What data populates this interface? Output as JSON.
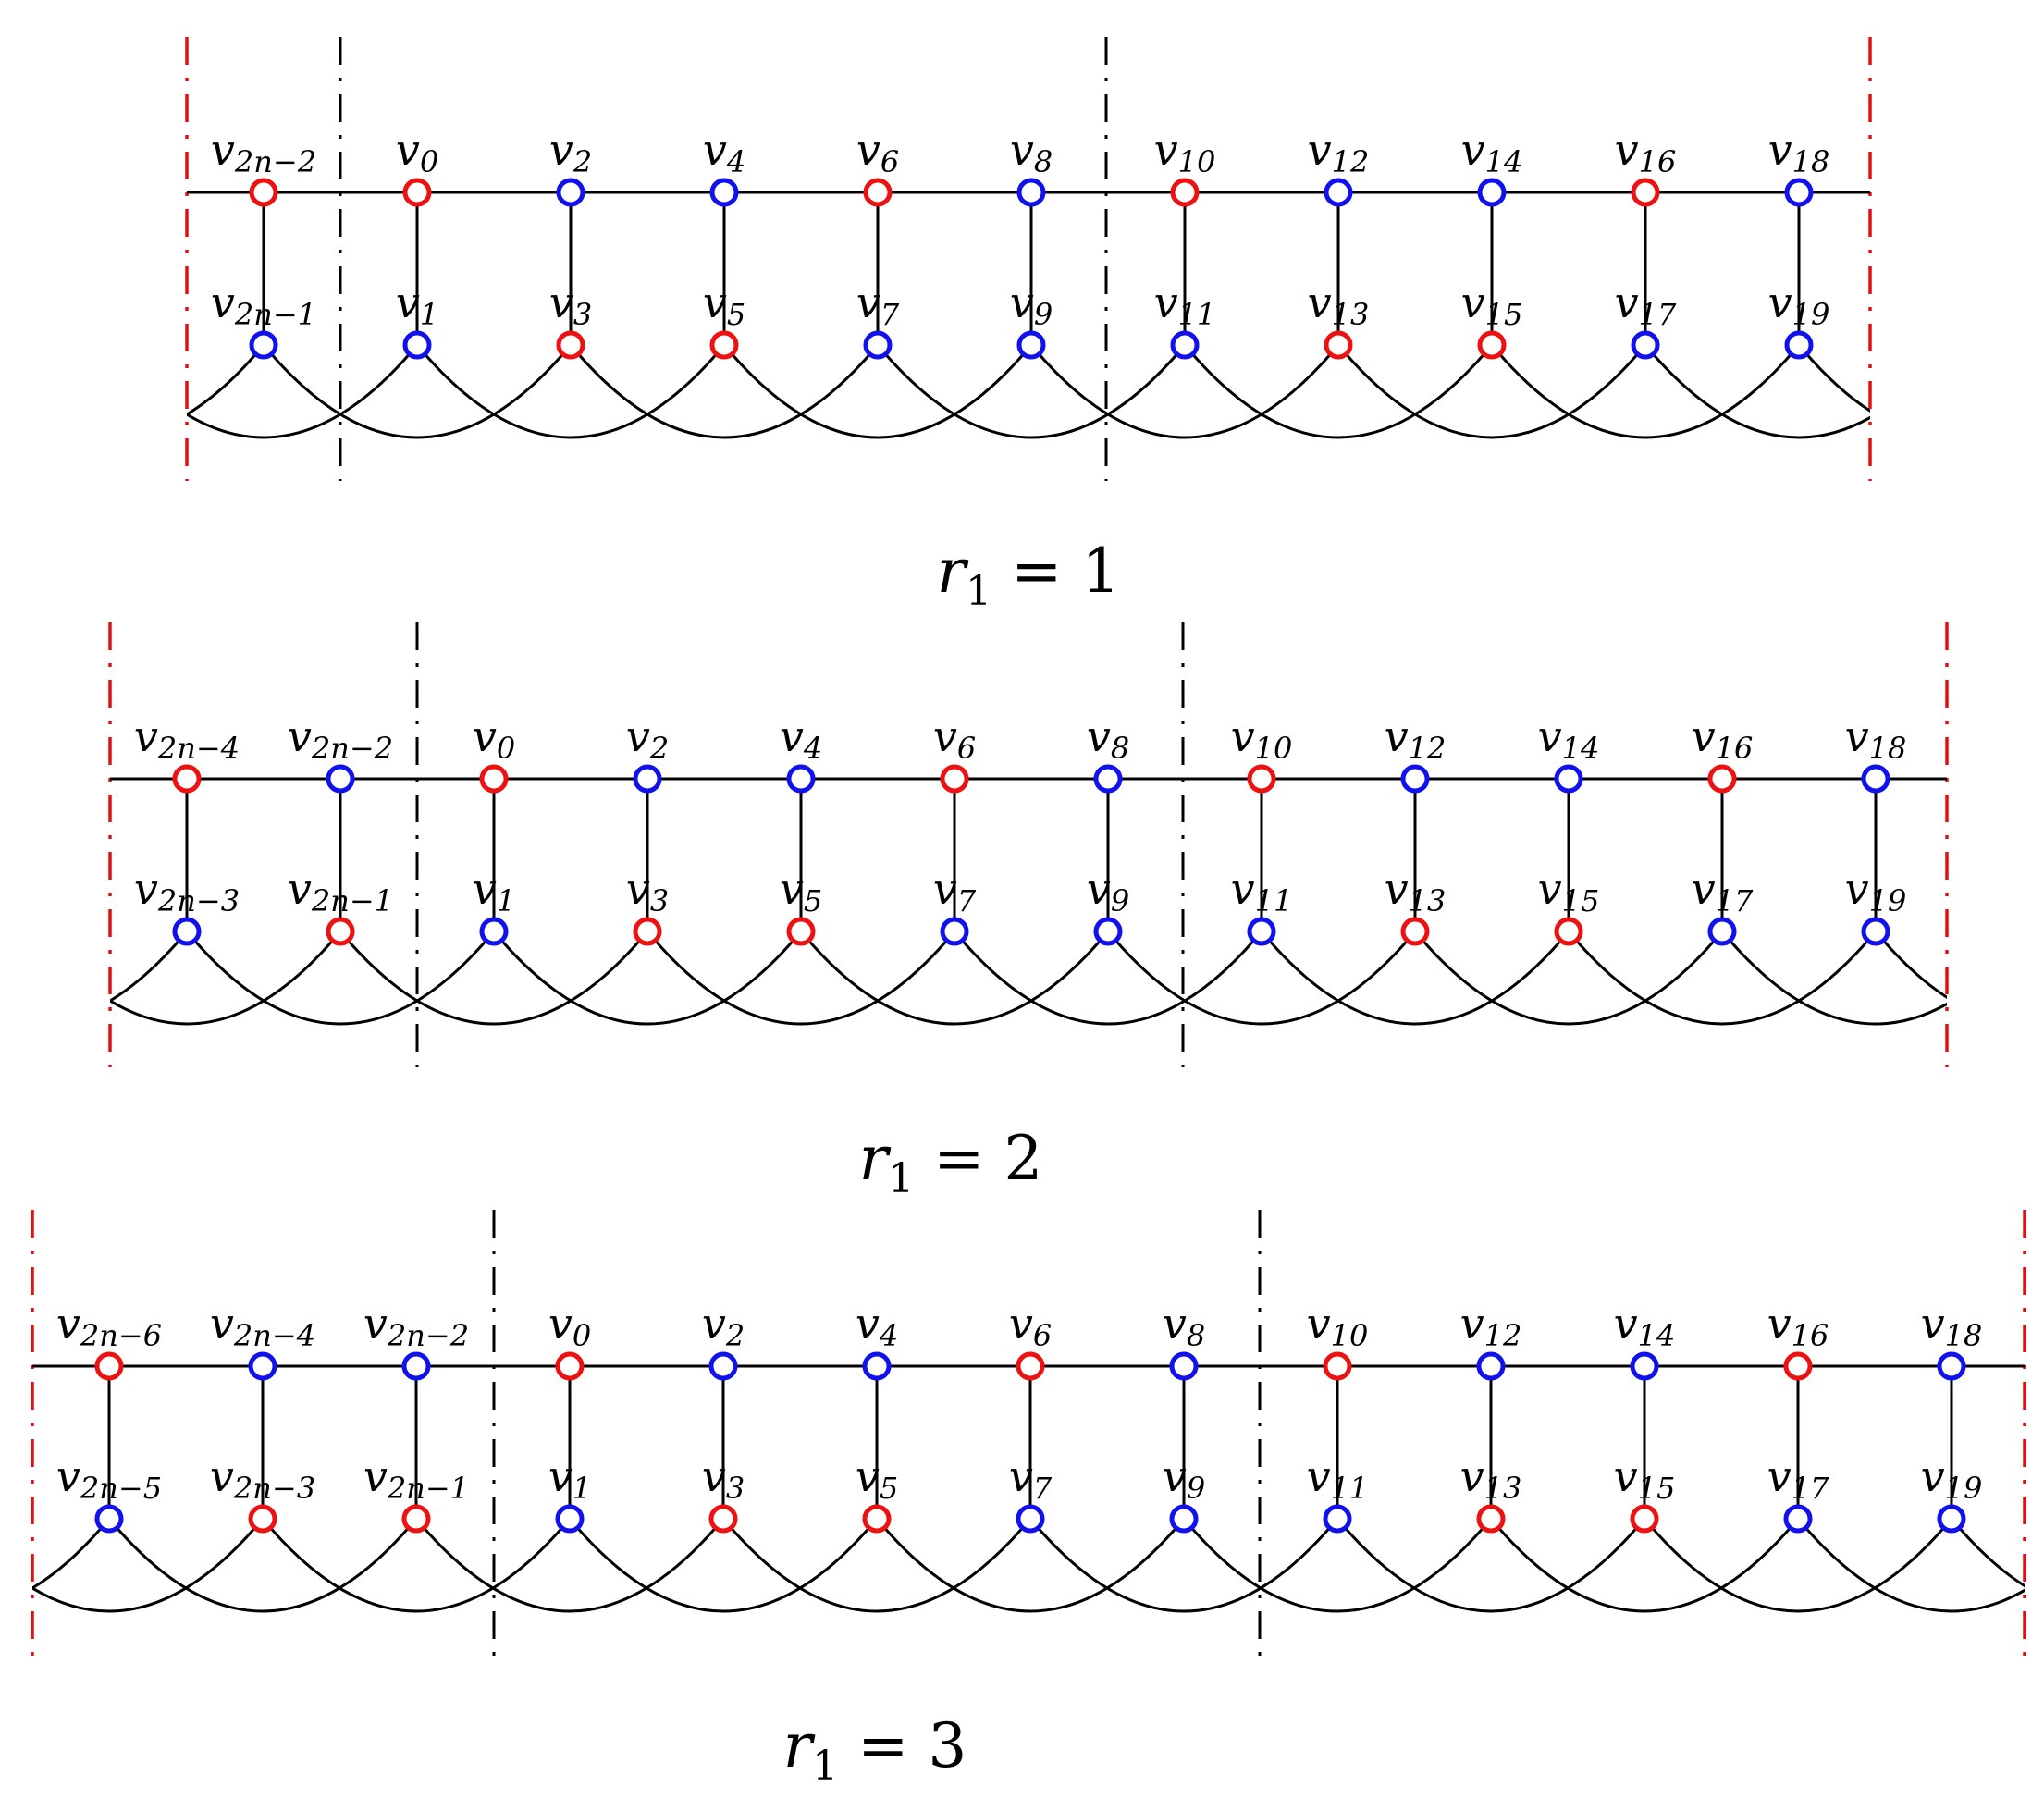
{
  "colors": {
    "red": "#ee1111",
    "blue": "#1111ee",
    "edge": "#000000",
    "boundary": "#e01010"
  },
  "panels": [
    {
      "caption": "r₁ = 1",
      "caption_var": "r",
      "caption_sub": "1",
      "caption_rhs": "= 1",
      "prefix_top": [
        "v2n−2"
      ],
      "prefix_bottom": [
        "v2n−1"
      ],
      "top_colors": [
        "red",
        "red",
        "blue",
        "blue",
        "red",
        "blue",
        "red",
        "blue",
        "blue",
        "red",
        "blue"
      ],
      "bottom_colors": [
        "blue",
        "blue",
        "red",
        "red",
        "blue",
        "blue",
        "blue",
        "red",
        "red",
        "blue",
        "blue"
      ]
    },
    {
      "caption": "r₁ = 2",
      "caption_var": "r",
      "caption_sub": "1",
      "caption_rhs": "= 2",
      "prefix_top": [
        "v2n−4",
        "v2n−2"
      ],
      "prefix_bottom": [
        "v2n−3",
        "v2n−1"
      ],
      "top_colors": [
        "red",
        "blue",
        "red",
        "blue",
        "blue",
        "red",
        "blue",
        "red",
        "blue",
        "blue",
        "red",
        "blue"
      ],
      "bottom_colors": [
        "blue",
        "red",
        "blue",
        "red",
        "red",
        "blue",
        "blue",
        "blue",
        "red",
        "red",
        "blue",
        "blue"
      ]
    },
    {
      "caption": "r₁ = 3",
      "caption_var": "r",
      "caption_sub": "1",
      "caption_rhs": "= 3",
      "prefix_top": [
        "v2n−6",
        "v2n−4",
        "v2n−2"
      ],
      "prefix_bottom": [
        "v2n−5",
        "v2n−3",
        "v2n−1"
      ],
      "top_colors": [
        "red",
        "blue",
        "blue",
        "red",
        "blue",
        "blue",
        "red",
        "blue",
        "red",
        "blue",
        "blue",
        "red",
        "blue"
      ],
      "bottom_colors": [
        "blue",
        "red",
        "red",
        "blue",
        "red",
        "red",
        "blue",
        "blue",
        "blue",
        "red",
        "red",
        "blue",
        "blue"
      ]
    }
  ],
  "top_labels": [
    "v0",
    "v2",
    "v4",
    "v6",
    "v8",
    "v10",
    "v12",
    "v14",
    "v16",
    "v18"
  ],
  "bottom_labels": [
    "v1",
    "v3",
    "v5",
    "v7",
    "v9",
    "v11",
    "v13",
    "v15",
    "v17",
    "v19"
  ]
}
